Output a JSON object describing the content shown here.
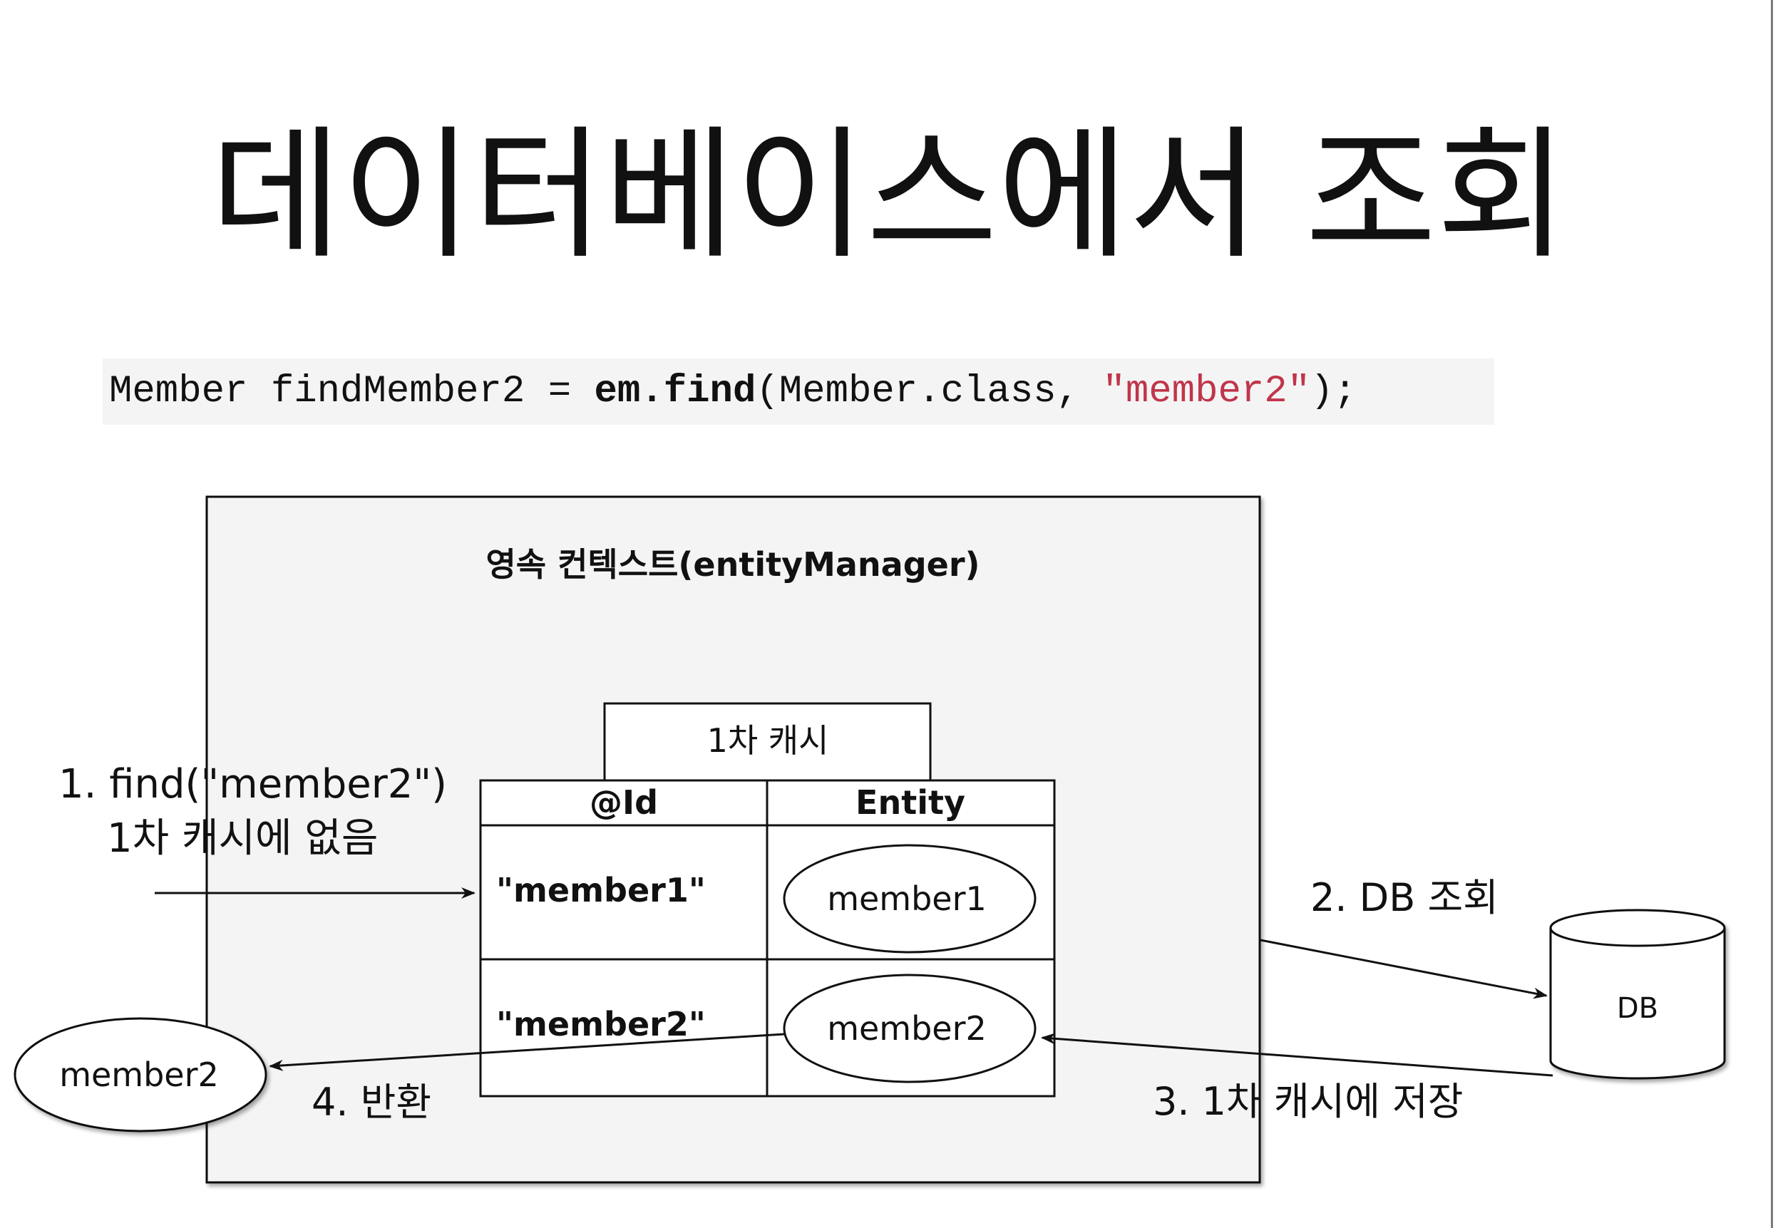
{
  "title": "데이터베이스에서 조회",
  "code": {
    "part1": "Member findMember2 = ",
    "call": "em.find",
    "part2": "(Member.class, ",
    "string": "\"member2\"",
    "part3": ");"
  },
  "diagram": {
    "context_label": "영속 컨텍스트(entityManager)",
    "cache_label": "1차 캐시",
    "table_headers": [
      "@Id",
      "Entity"
    ],
    "rows": [
      {
        "id": "\"member1\"",
        "entity": "member1"
      },
      {
        "id": "\"member2\"",
        "entity": "member2"
      }
    ],
    "step1_line1": "1. find(\"member2\")",
    "step1_line2": "1차 캐시에 없음",
    "step2": "2. DB 조회",
    "step3": "3. 1차 캐시에 저장",
    "step4": "4. 반환",
    "db_label": "DB",
    "returned_entity": "member2"
  },
  "colors": {
    "code_string": "#c0354a",
    "context_background": "#f4f4f4"
  }
}
